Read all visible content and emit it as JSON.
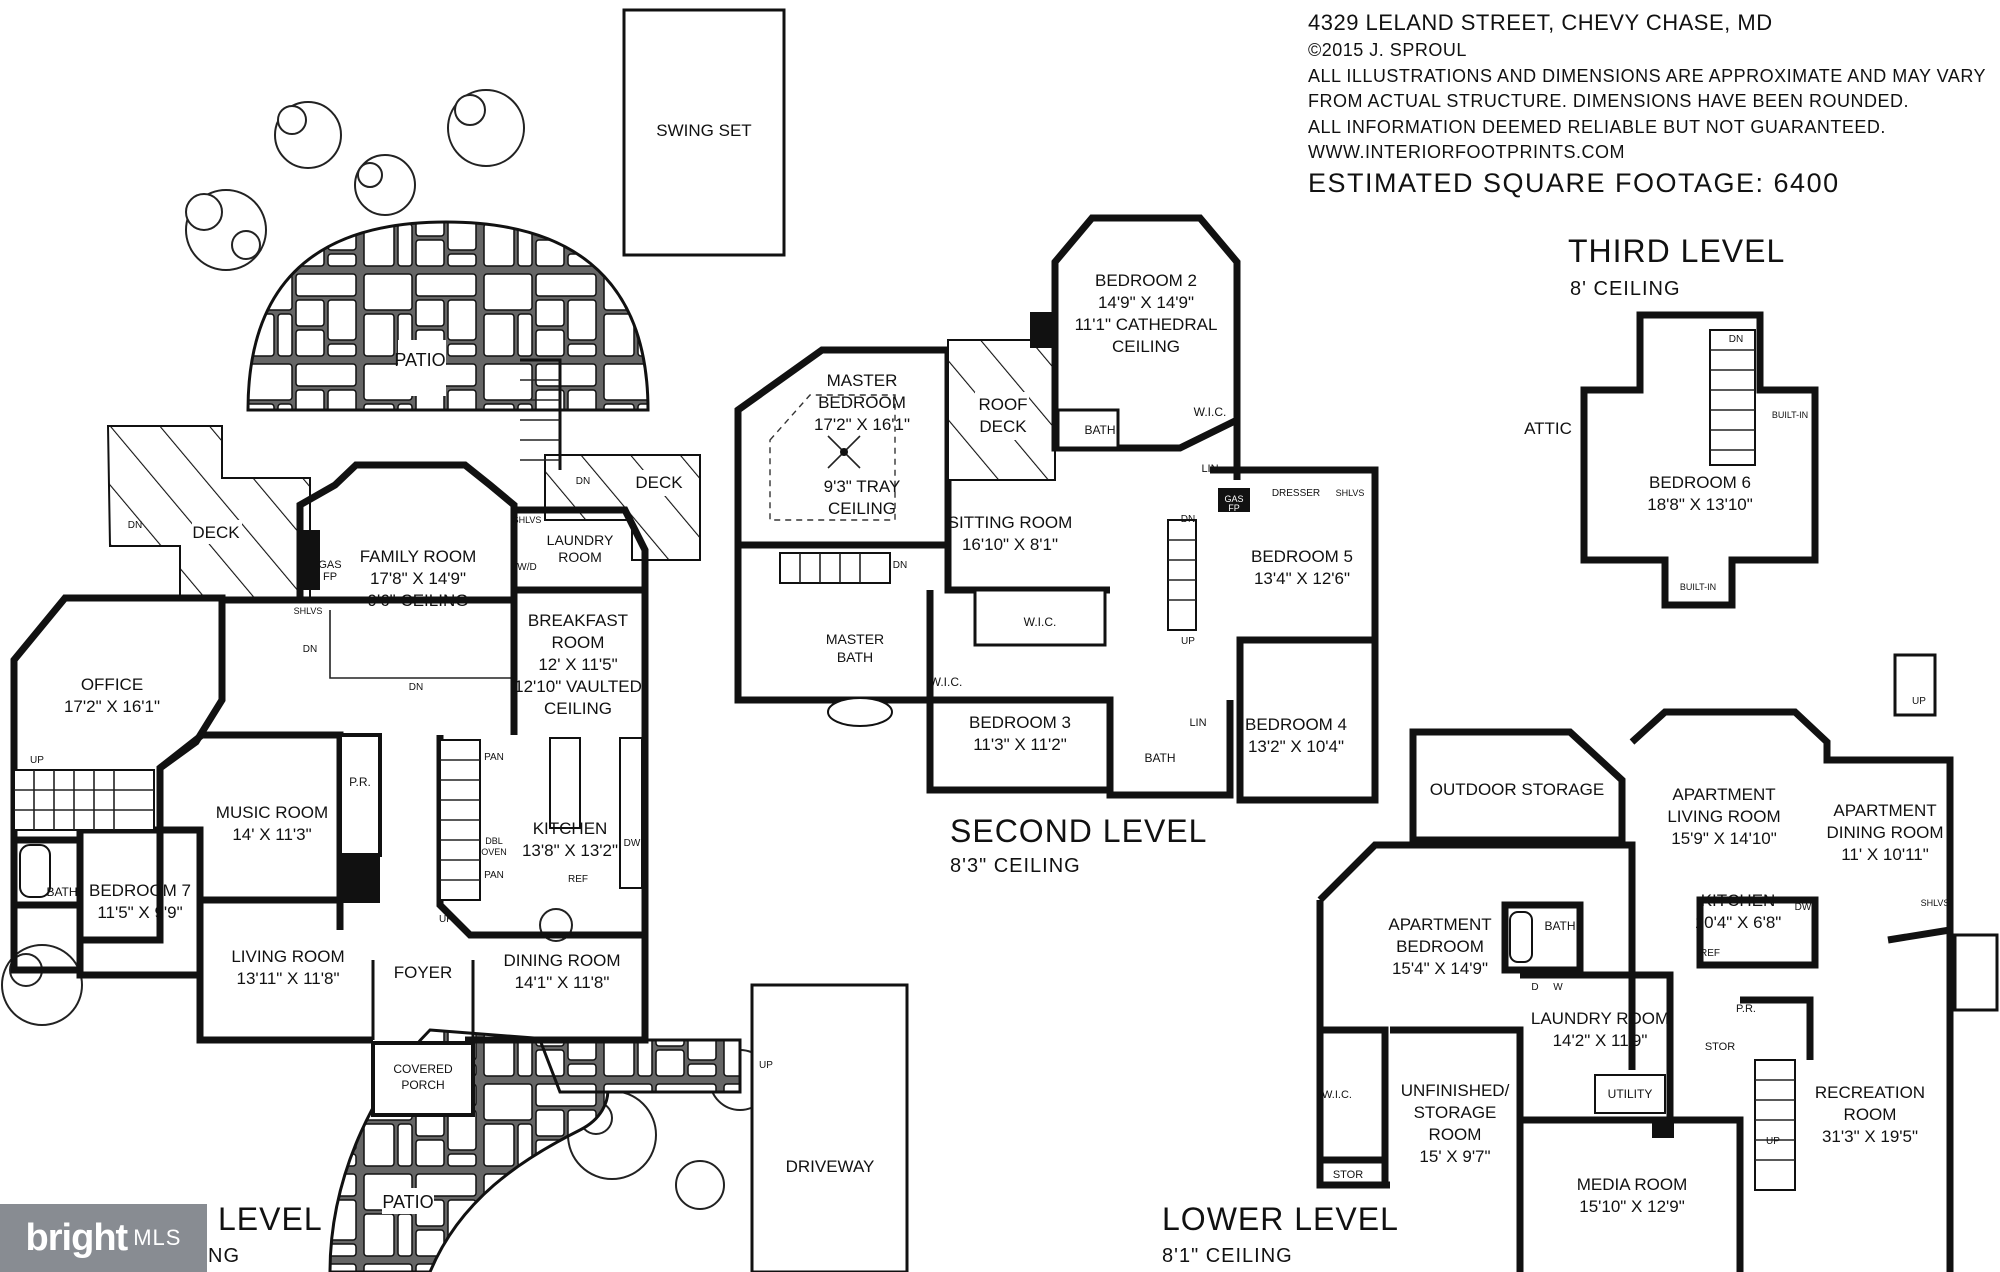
{
  "header": {
    "address": "4329 LELAND STREET, CHEVY CHASE, MD",
    "copyright": "©2015 J. SPROUL",
    "disclaimer_line1": "ALL ILLUSTRATIONS AND DIMENSIONS ARE APPROXIMATE AND MAY VARY",
    "disclaimer_line2": "FROM ACTUAL STRUCTURE. DIMENSIONS HAVE BEEN ROUNDED.",
    "disclaimer_line3": "ALL INFORMATION DEEMED RELIABLE BUT NOT GUARANTEED.",
    "website": "WWW.INTERIORFOOTPRINTS.COM",
    "square_footage": "ESTIMATED SQUARE FOOTAGE: 6400"
  },
  "levels": {
    "main": {
      "title": "LEVEL",
      "ceiling": "NG"
    },
    "second": {
      "title": "SECOND LEVEL",
      "ceiling": "8'3\" CEILING"
    },
    "third": {
      "title": "THIRD LEVEL",
      "ceiling": "8' CEILING"
    },
    "lower": {
      "title": "LOWER LEVEL",
      "ceiling": "8'1\" CEILING"
    }
  },
  "outdoor": {
    "swing_set": "SWING SET",
    "patio_top": "PATIO",
    "deck_left": "DECK",
    "deck_right": "DECK",
    "covered_porch_1": "COVERED",
    "covered_porch_2": "PORCH",
    "patio_bottom": "PATIO",
    "driveway": "DRIVEWAY",
    "roof_deck_1": "ROOF",
    "roof_deck_2": "DECK"
  },
  "main_rooms": {
    "family_room": "FAMILY ROOM",
    "family_dim": "17'8\" X 14'9\"",
    "family_ceiling": "9'6\" CEILING",
    "laundry_1": "LAUNDRY",
    "laundry_2": "ROOM",
    "breakfast_1": "BREAKFAST",
    "breakfast_2": "ROOM",
    "breakfast_dim": "12' X 11'5\"",
    "breakfast_ceiling_1": "12'10\" VAULTED",
    "breakfast_ceiling_2": "CEILING",
    "office": "OFFICE",
    "office_dim": "17'2\" X 16'1\"",
    "music_room": "MUSIC ROOM",
    "music_dim": "14' X 11'3\"",
    "pr": "P.R.",
    "kitchen": "KITCHEN",
    "kitchen_dim": "13'8\" X 13'2\"",
    "bedroom7": "BEDROOM 7",
    "bedroom7_dim": "11'5\" X 9'9\"",
    "bath": "BATH",
    "living_room": "LIVING ROOM",
    "living_dim": "13'11\" X 11'8\"",
    "foyer": "FOYER",
    "dining_room": "DINING ROOM",
    "dining_dim": "14'1\" X 11'8\"",
    "gas_fp_1": "GAS",
    "gas_fp_2": "FP",
    "shlvs": "SHLVS",
    "wd": "W/D",
    "pan": "PAN",
    "dbl_oven_1": "DBL",
    "dbl_oven_2": "OVEN",
    "ref": "REF",
    "dw": "DW",
    "dn": "DN",
    "up": "UP"
  },
  "second_rooms": {
    "bedroom2": "BEDROOM 2",
    "bedroom2_dim": "14'9\" X 14'9\"",
    "bedroom2_ceiling_1": "11'1\" CATHEDRAL",
    "bedroom2_ceiling_2": "CEILING",
    "master_1": "MASTER",
    "master_2": "BEDROOM",
    "master_dim": "17'2\" X 16'1\"",
    "master_ceiling_1": "9'3\" TRAY",
    "master_ceiling_2": "CEILING",
    "bath": "BATH",
    "wic": "W.I.C.",
    "lin": "LIN",
    "sitting_room": "SITTING ROOM",
    "sitting_dim": "16'10\" X 8'1\"",
    "bedroom5": "BEDROOM 5",
    "bedroom5_dim": "13'4\" X 12'6\"",
    "dresser": "DRESSER",
    "shlvs": "SHLVS",
    "gas_fp_1": "GAS",
    "gas_fp_2": "FP",
    "master_bath_1": "MASTER",
    "master_bath_2": "BATH",
    "bedroom3": "BEDROOM 3",
    "bedroom3_dim": "11'3\" X 11'2\"",
    "bedroom4": "BEDROOM 4",
    "bedroom4_dim": "13'2\" X 10'4\"",
    "dn": "DN",
    "up": "UP"
  },
  "third_rooms": {
    "attic": "ATTIC",
    "bedroom6": "BEDROOM 6",
    "bedroom6_dim": "18'8\" X 13'10\"",
    "built_in": "BUILT-IN",
    "dn": "DN"
  },
  "lower_rooms": {
    "outdoor_storage": "OUTDOOR STORAGE",
    "apt_living_1": "APARTMENT",
    "apt_living_2": "LIVING ROOM",
    "apt_living_dim": "15'9\" X 14'10\"",
    "apt_dining_1": "APARTMENT",
    "apt_dining_2": "DINING ROOM",
    "apt_dining_dim": "11' X 10'11\"",
    "apt_bedroom_1": "APARTMENT",
    "apt_bedroom_2": "BEDROOM",
    "apt_bedroom_dim": "15'4\" X 14'9\"",
    "kitchen": "KITCHEN",
    "kitchen_dim": "10'4\" X 6'8\"",
    "bath": "BATH",
    "laundry": "LAUNDRY ROOM",
    "laundry_dim": "14'2\" X 11'9\"",
    "unfinished_1": "UNFINISHED/",
    "unfinished_2": "STORAGE",
    "unfinished_3": "ROOM",
    "unfinished_dim": "15' X 9'7\"",
    "utility": "UTILITY",
    "recreation_1": "RECREATION",
    "recreation_2": "ROOM",
    "recreation_dim": "31'3\" X 19'5\"",
    "media": "MEDIA ROOM",
    "media_dim": "15'10\" X 12'9\"",
    "wic": "W.I.C.",
    "stor": "STOR",
    "pr": "P.R.",
    "ref": "REF",
    "dw": "DW",
    "d": "D",
    "w": "W",
    "shlvs": "SHLVS",
    "up": "UP"
  },
  "badge": {
    "brand": "bright",
    "suffix": "MLS"
  }
}
